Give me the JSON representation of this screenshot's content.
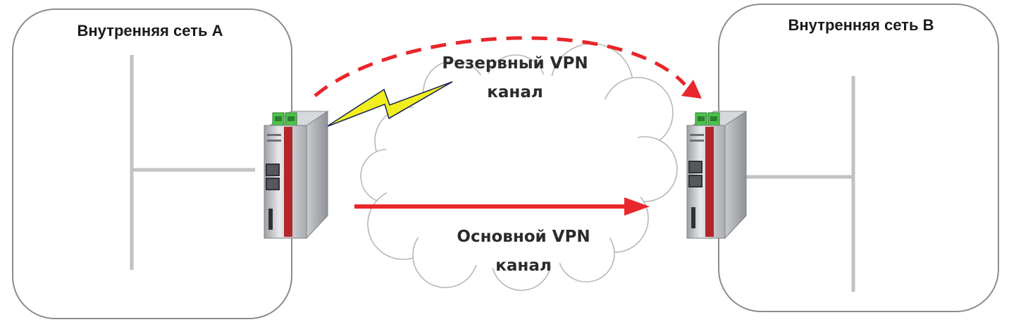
{
  "networks": {
    "a": {
      "title": "Внутренняя сеть А"
    },
    "b": {
      "title": "Внутренняя сеть B"
    }
  },
  "channels": {
    "backup": {
      "line1": "Резервный VPN",
      "line2": "канал"
    },
    "primary": {
      "line1": "Основной VPN",
      "line2": "канал"
    }
  },
  "colors": {
    "vpn_arrow": "#e8262b",
    "lightning_fill": "#f2ee1e",
    "lightning_stroke": "#1f2a5a",
    "box_border": "#8c8c8c",
    "wire": "#c2c2c6",
    "router_accent": "#b3262c",
    "terminal_green": "#4cc24a"
  }
}
